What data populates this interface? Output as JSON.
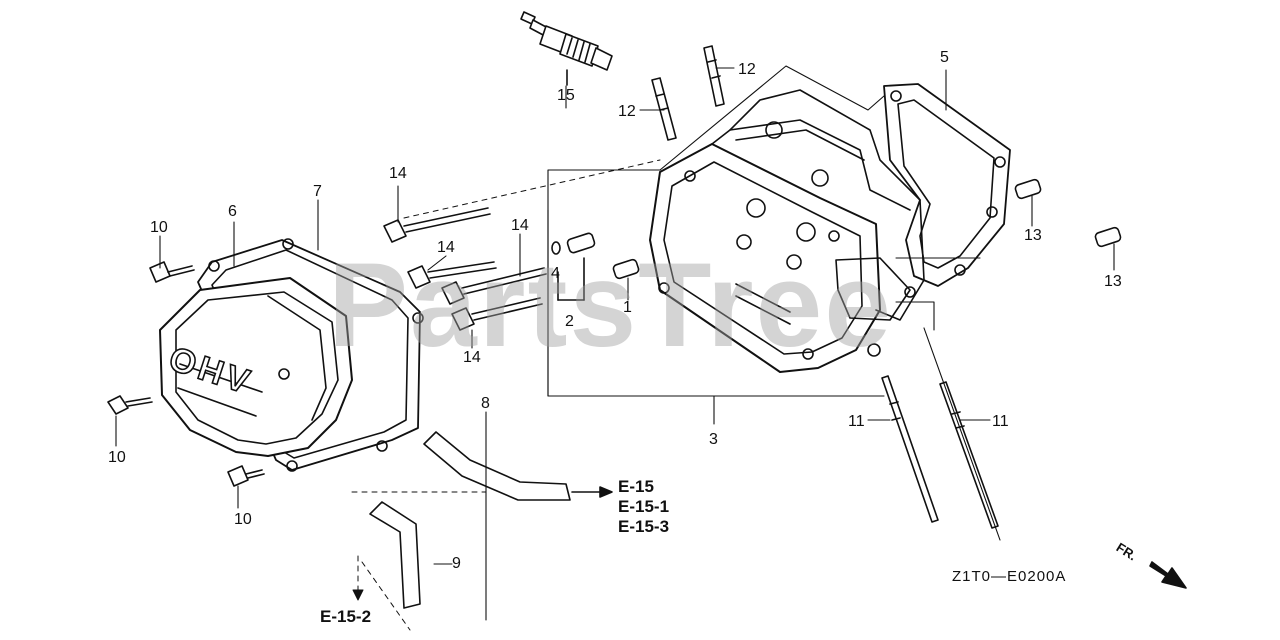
{
  "watermark": "PartsTree",
  "diagram_code": "Z1T0—E0200A",
  "front_marker": "FR.",
  "cover_lettering": "OHV",
  "colors": {
    "line": "#111111",
    "watermark": "#a0a0a0",
    "background": "#ffffff"
  },
  "callouts": [
    {
      "id": "p1",
      "text": "1"
    },
    {
      "id": "p2",
      "text": "2"
    },
    {
      "id": "p3",
      "text": "3"
    },
    {
      "id": "p4",
      "text": "4"
    },
    {
      "id": "p5",
      "text": "5"
    },
    {
      "id": "p6",
      "text": "6"
    },
    {
      "id": "p7",
      "text": "7"
    },
    {
      "id": "p8",
      "text": "8"
    },
    {
      "id": "p9",
      "text": "9"
    },
    {
      "id": "p10a",
      "text": "10"
    },
    {
      "id": "p10b",
      "text": "10"
    },
    {
      "id": "p10c",
      "text": "10"
    },
    {
      "id": "p11a",
      "text": "11"
    },
    {
      "id": "p11b",
      "text": "11"
    },
    {
      "id": "p12a",
      "text": "12"
    },
    {
      "id": "p12b",
      "text": "12"
    },
    {
      "id": "p13a",
      "text": "13"
    },
    {
      "id": "p13b",
      "text": "13"
    },
    {
      "id": "p14a",
      "text": "14"
    },
    {
      "id": "p14b",
      "text": "14"
    },
    {
      "id": "p14c",
      "text": "14"
    },
    {
      "id": "p14d",
      "text": "14"
    },
    {
      "id": "p15",
      "text": "15"
    }
  ],
  "references": [
    {
      "id": "e15",
      "text": "E-15"
    },
    {
      "id": "e151",
      "text": "E-15-1"
    },
    {
      "id": "e153",
      "text": "E-15-3"
    },
    {
      "id": "e152",
      "text": "E-15-2"
    }
  ]
}
